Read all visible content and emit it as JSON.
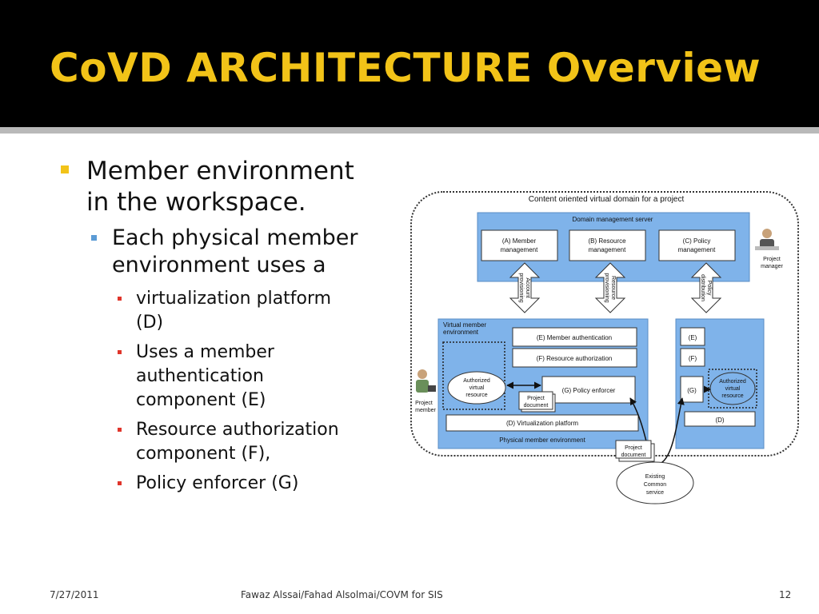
{
  "slide": {
    "title": "CoVD ARCHITECTURE Overview",
    "bullets": {
      "l1": [
        "Member environment",
        "in the workspace."
      ],
      "l2": [
        "Each physical member",
        "environment uses a"
      ],
      "l3": [
        [
          "virtualization platform",
          "(D)"
        ],
        [
          "Uses a member",
          "authentication",
          "component (E)"
        ],
        [
          "Resource authorization",
          "component (F),"
        ],
        [
          "Policy enforcer (G)"
        ]
      ]
    }
  },
  "diagram": {
    "outer_label": "Content oriented virtual domain for a project",
    "server_label": "Domain management server",
    "boxes": {
      "a": [
        "(A) Member",
        "management"
      ],
      "b": [
        "(B) Resource",
        "management"
      ],
      "c": [
        "(C) Policy",
        "management"
      ]
    },
    "arrows": {
      "account": [
        "Account",
        "provisioning"
      ],
      "resource": [
        "Resource",
        "provisioning"
      ],
      "policy": [
        "Policy",
        "distribution"
      ]
    },
    "vme_label": [
      "Virtual member",
      "environment"
    ],
    "e_box": "(E) Member authentication",
    "f_box": "(F) Resource authorization",
    "g_box": "(G) Policy enforcer",
    "d_box": "(D) Virtualization platform",
    "pme_label": "Physical member environment",
    "auth_res": [
      "Authorized",
      "virtual",
      "resource"
    ],
    "project_doc": [
      "Project",
      "document"
    ],
    "right": {
      "e": "(E)",
      "f": "(F)",
      "g": "(G)",
      "d": "(D)"
    },
    "project_manager": [
      "Project",
      "manager"
    ],
    "project_member": [
      "Project",
      "member"
    ],
    "common_service": [
      "Existing",
      "Common",
      "service"
    ]
  },
  "footer": {
    "date": "7/27/2011",
    "author": "Fawaz Alssai/Fahad Alsolmai/COVM for SIS",
    "page": "12"
  },
  "colors": {
    "title": "#f2c318",
    "bullet_l1": "#f2c318",
    "bullet_l2": "#5b9bd5",
    "bullet_l3": "#e0352b",
    "diagram_blue": "#7fb3ea"
  }
}
